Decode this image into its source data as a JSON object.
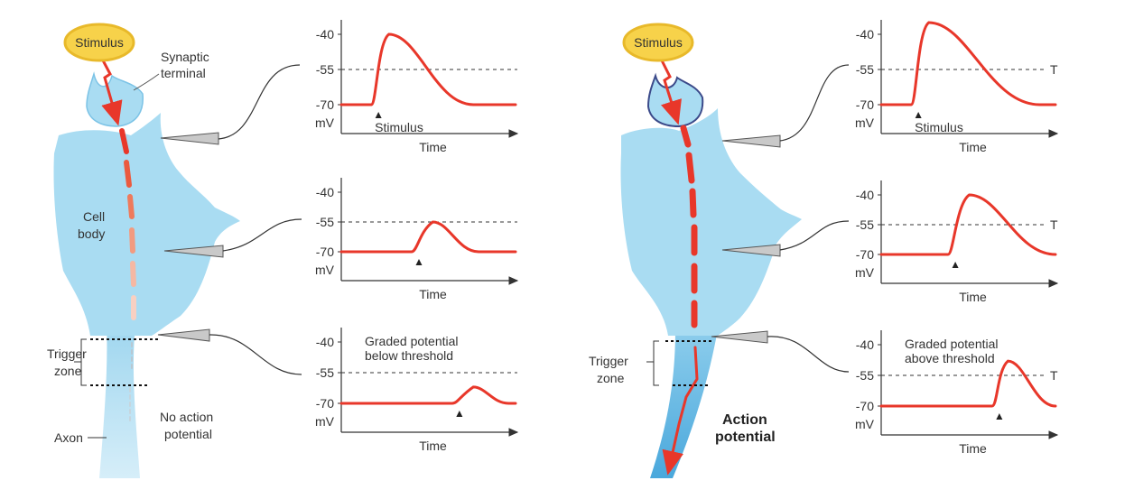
{
  "left_panel": {
    "stimulus_label": "Stimulus",
    "synaptic_terminal_label": [
      "Synaptic",
      "terminal"
    ],
    "cell_body_label": [
      "Cell",
      "body"
    ],
    "trigger_zone_label": [
      "Trigger",
      "zone"
    ],
    "axon_label": "Axon",
    "outcome_label": [
      "No action",
      "potential"
    ],
    "graphs": [
      {
        "y_ticks": [
          "-40",
          "-55",
          "-70"
        ],
        "y_unit": "mV",
        "x_label": "Time",
        "annotation": [
          "Stimulus"
        ],
        "threshold_marker": "",
        "trace": {
          "baseline": -70,
          "peak": -40,
          "crosses_threshold": true
        }
      },
      {
        "y_ticks": [
          "-40",
          "-55",
          "-70"
        ],
        "y_unit": "mV",
        "x_label": "Time",
        "annotation": [],
        "threshold_marker": "",
        "trace": {
          "baseline": -70,
          "peak": -55,
          "crosses_threshold": false
        }
      },
      {
        "y_ticks": [
          "-40",
          "-55",
          "-70"
        ],
        "y_unit": "mV",
        "x_label": "Time",
        "annotation": [
          "Graded potential",
          "below threshold"
        ],
        "threshold_marker": "",
        "trace": {
          "baseline": -70,
          "peak": -62,
          "crosses_threshold": false
        }
      }
    ]
  },
  "right_panel": {
    "stimulus_label": "Stimulus",
    "trigger_zone_label": [
      "Trigger",
      "zone"
    ],
    "outcome_label": [
      "Action",
      "potential"
    ],
    "graphs": [
      {
        "y_ticks": [
          "-40",
          "-55",
          "-70"
        ],
        "y_unit": "mV",
        "x_label": "Time",
        "annotation": [
          "Stimulus"
        ],
        "threshold_marker": "T",
        "trace": {
          "baseline": -70,
          "peak": -35,
          "crosses_threshold": true
        }
      },
      {
        "y_ticks": [
          "-40",
          "-55",
          "-70"
        ],
        "y_unit": "mV",
        "x_label": "Time",
        "annotation": [],
        "threshold_marker": "T",
        "trace": {
          "baseline": -70,
          "peak": -40,
          "crosses_threshold": true
        }
      },
      {
        "y_ticks": [
          "-40",
          "-55",
          "-70"
        ],
        "y_unit": "mV",
        "x_label": "Time",
        "annotation": [
          "Graded potential",
          "above threshold"
        ],
        "threshold_marker": "T",
        "trace": {
          "baseline": -70,
          "peak": -48,
          "crosses_threshold": true
        }
      }
    ]
  },
  "colors": {
    "neuron_fill": "#a9dcf2",
    "neuron_edge": "#7cc3e6",
    "signal_red": "#e8372a",
    "stimulus_fill": "#f7d24a",
    "stimulus_edge": "#e8b92a",
    "divider": "#e8372a"
  }
}
